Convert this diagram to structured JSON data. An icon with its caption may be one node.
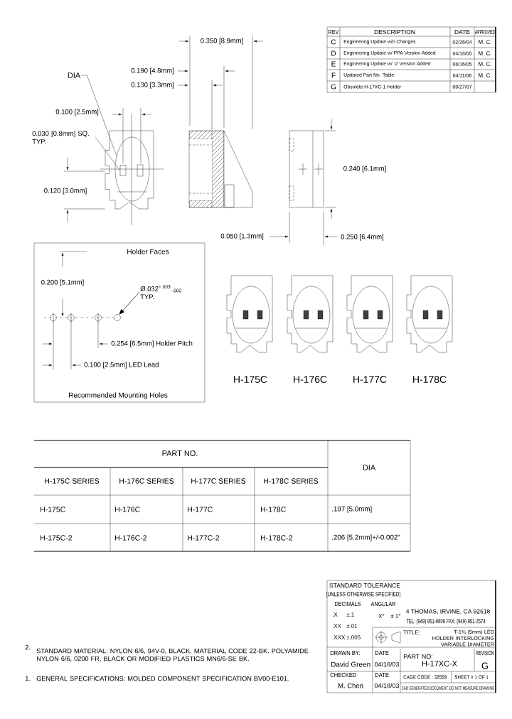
{
  "diagram": {
    "nodes": [
      {
        "text": [
          "DIA"
        ]
      },
      {
        "text": [],
        "shape": "circle"
      },
      {
        "text": [
          "0.030 [0.8mm] SQ. TYP."
        ]
      },
      {
        "text": [],
        "shape": "box",
        "in": 1
      },
      {
        "text": [
          "Ø.032$^{+.003}$$_{-.002}$ TYP."
        ]
      },
      {
        "text": [],
        "shape": "circle"
      }
    ],
    "edges": [
      {
        "from": 0,
        "to": 1,
        "arrow": "none"
      },
      {
        "from": 2,
        "to": 3,
        "arrow": "none"
      },
      {
        "from": 4,
        "to": 5,
        "arrow": "to"
      }
    ],
    "labels": [
      "0.350 [8.9mm]",
      "REV",
      "DESCRIPTION",
      "DATE",
      "APPROVED",
      "C",
      "Engineering Update w/o Changes",
      "02/26/04",
      "M. C.",
      "D",
      "Engineering Update w/ PPA Version Added",
      "04/18/05",
      "M. C.",
      "E",
      "Engineering Update w/ -2 Version Added",
      "08/16/05",
      "M. C.",
      "F",
      "Updated Part No. Table",
      "04/11/06",
      "M. C.",
      "G",
      "Obsolete H-17XC-1 Holder",
      "09/27/07",
      "0.190 [4.8mm]",
      "0.130 [3.3mm]",
      "0.100 [2.5mm]",
      "0.120 [3.0mm]",
      "0.240 [6.1mm]",
      "0.050 [1.3mm]",
      "0.250 [6.4mm]",
      "Holder Faces",
      "0.200 [5.1mm]",
      "0.254 [6.5mm] Holder Pitch",
      "0.100 [2.5mm] LED Lead",
      "Recommended Mounting Holes",
      "H-175C",
      "H-176C",
      "H-177C",
      "H-178C",
      "PART NO.",
      "DIA",
      "H-175C SERIES",
      "H-176C SERIES",
      "H-177C SERIES",
      "H-178C SERIES",
      "H-175C",
      "H-176C",
      "H-177C",
      "H-178C",
      ".197 [5.0mm]",
      "H-175C-2",
      "H-176C-2",
      "H-177C-2",
      "H-178C-2",
      ".206 [5.2mm]+/-0.002\"",
      "STANDARD TOLERANCE",
      "(UNLESS OTHERWISE SPECIFIED)",
      "DECIMALS",
      "ANGULAR",
      ".X",
      "±.1",
      "X°",
      "± 1°",
      ".XX",
      "±.01",
      ".XXX",
      "±.005",
      "4 THOMAS, IRVINE, CA 92618",
      "TEL: (949) 951-8808 FAX: (949) 951-3574",
      "TITLE:",
      "T-1¾ (5mm) LED HOLDER INTERLOCKING VARIABLE DIAMETER",
      "2.",
      "STANDARD MATERIAL: NYLON 6/6, 94V-0, BLACK. MATERIAL CODE 22-BK. POLYAMIDE NYLON 6/6, 0200 FR, BLACK OR MODIFIED PLASTICS MN6/6-SE BK.",
      "1.",
      "GENERAL SPECIFICATIONS: MOLDED COMPONENT SPECIFICATION BV00-E101.",
      "DRAWN BY:",
      "David Green",
      "DATE",
      "04/18/03",
      "PART NO:",
      "H-17XC-X",
      "REVISION",
      "G",
      "CHECKED",
      "M. Chen",
      "DATE",
      "04/18/03",
      "CAGE CODE : 32559",
      "SHEET # 1 OF 1",
      "CAD GENERATED DOCUMENT. DO NOT MEASURE DRAWING"
    ]
  }
}
